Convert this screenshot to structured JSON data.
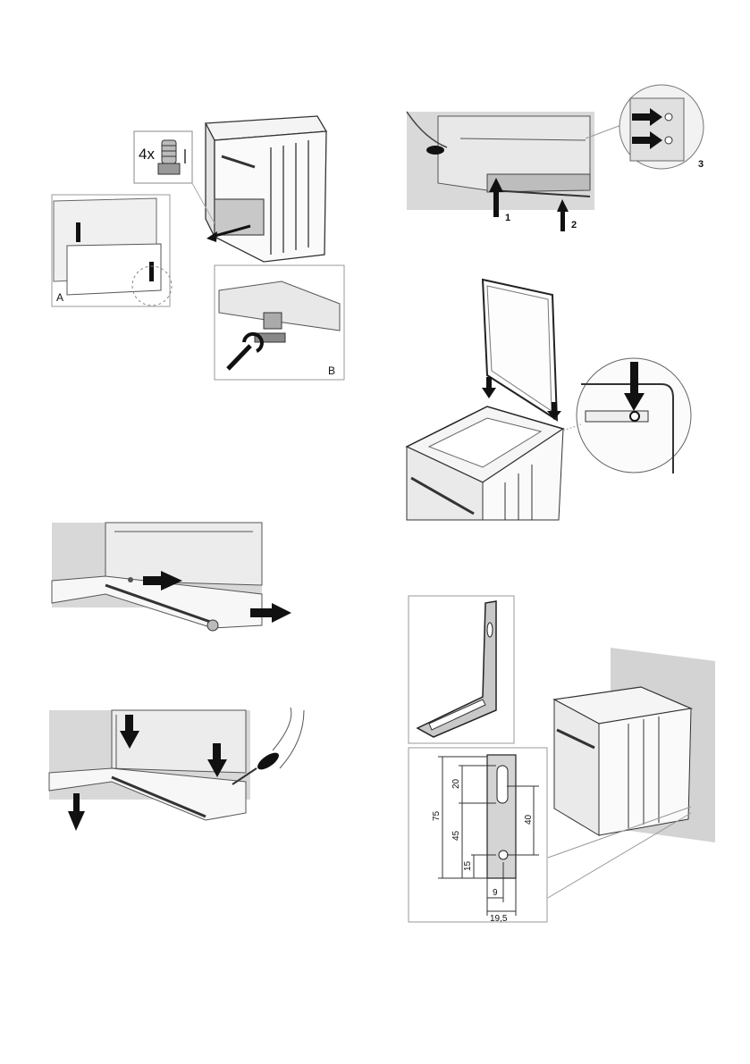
{
  "fig1": {
    "qty": "4x",
    "label_a": "A",
    "label_b": "B"
  },
  "fig2": {
    "step1": "1",
    "step2": "2",
    "step3": "3"
  },
  "fig6": {
    "dim_75": "75",
    "dim_20": "20",
    "dim_45": "45",
    "dim_15": "15",
    "dim_40": "40",
    "dim_9": "9",
    "dim_19_5": "19,5"
  }
}
